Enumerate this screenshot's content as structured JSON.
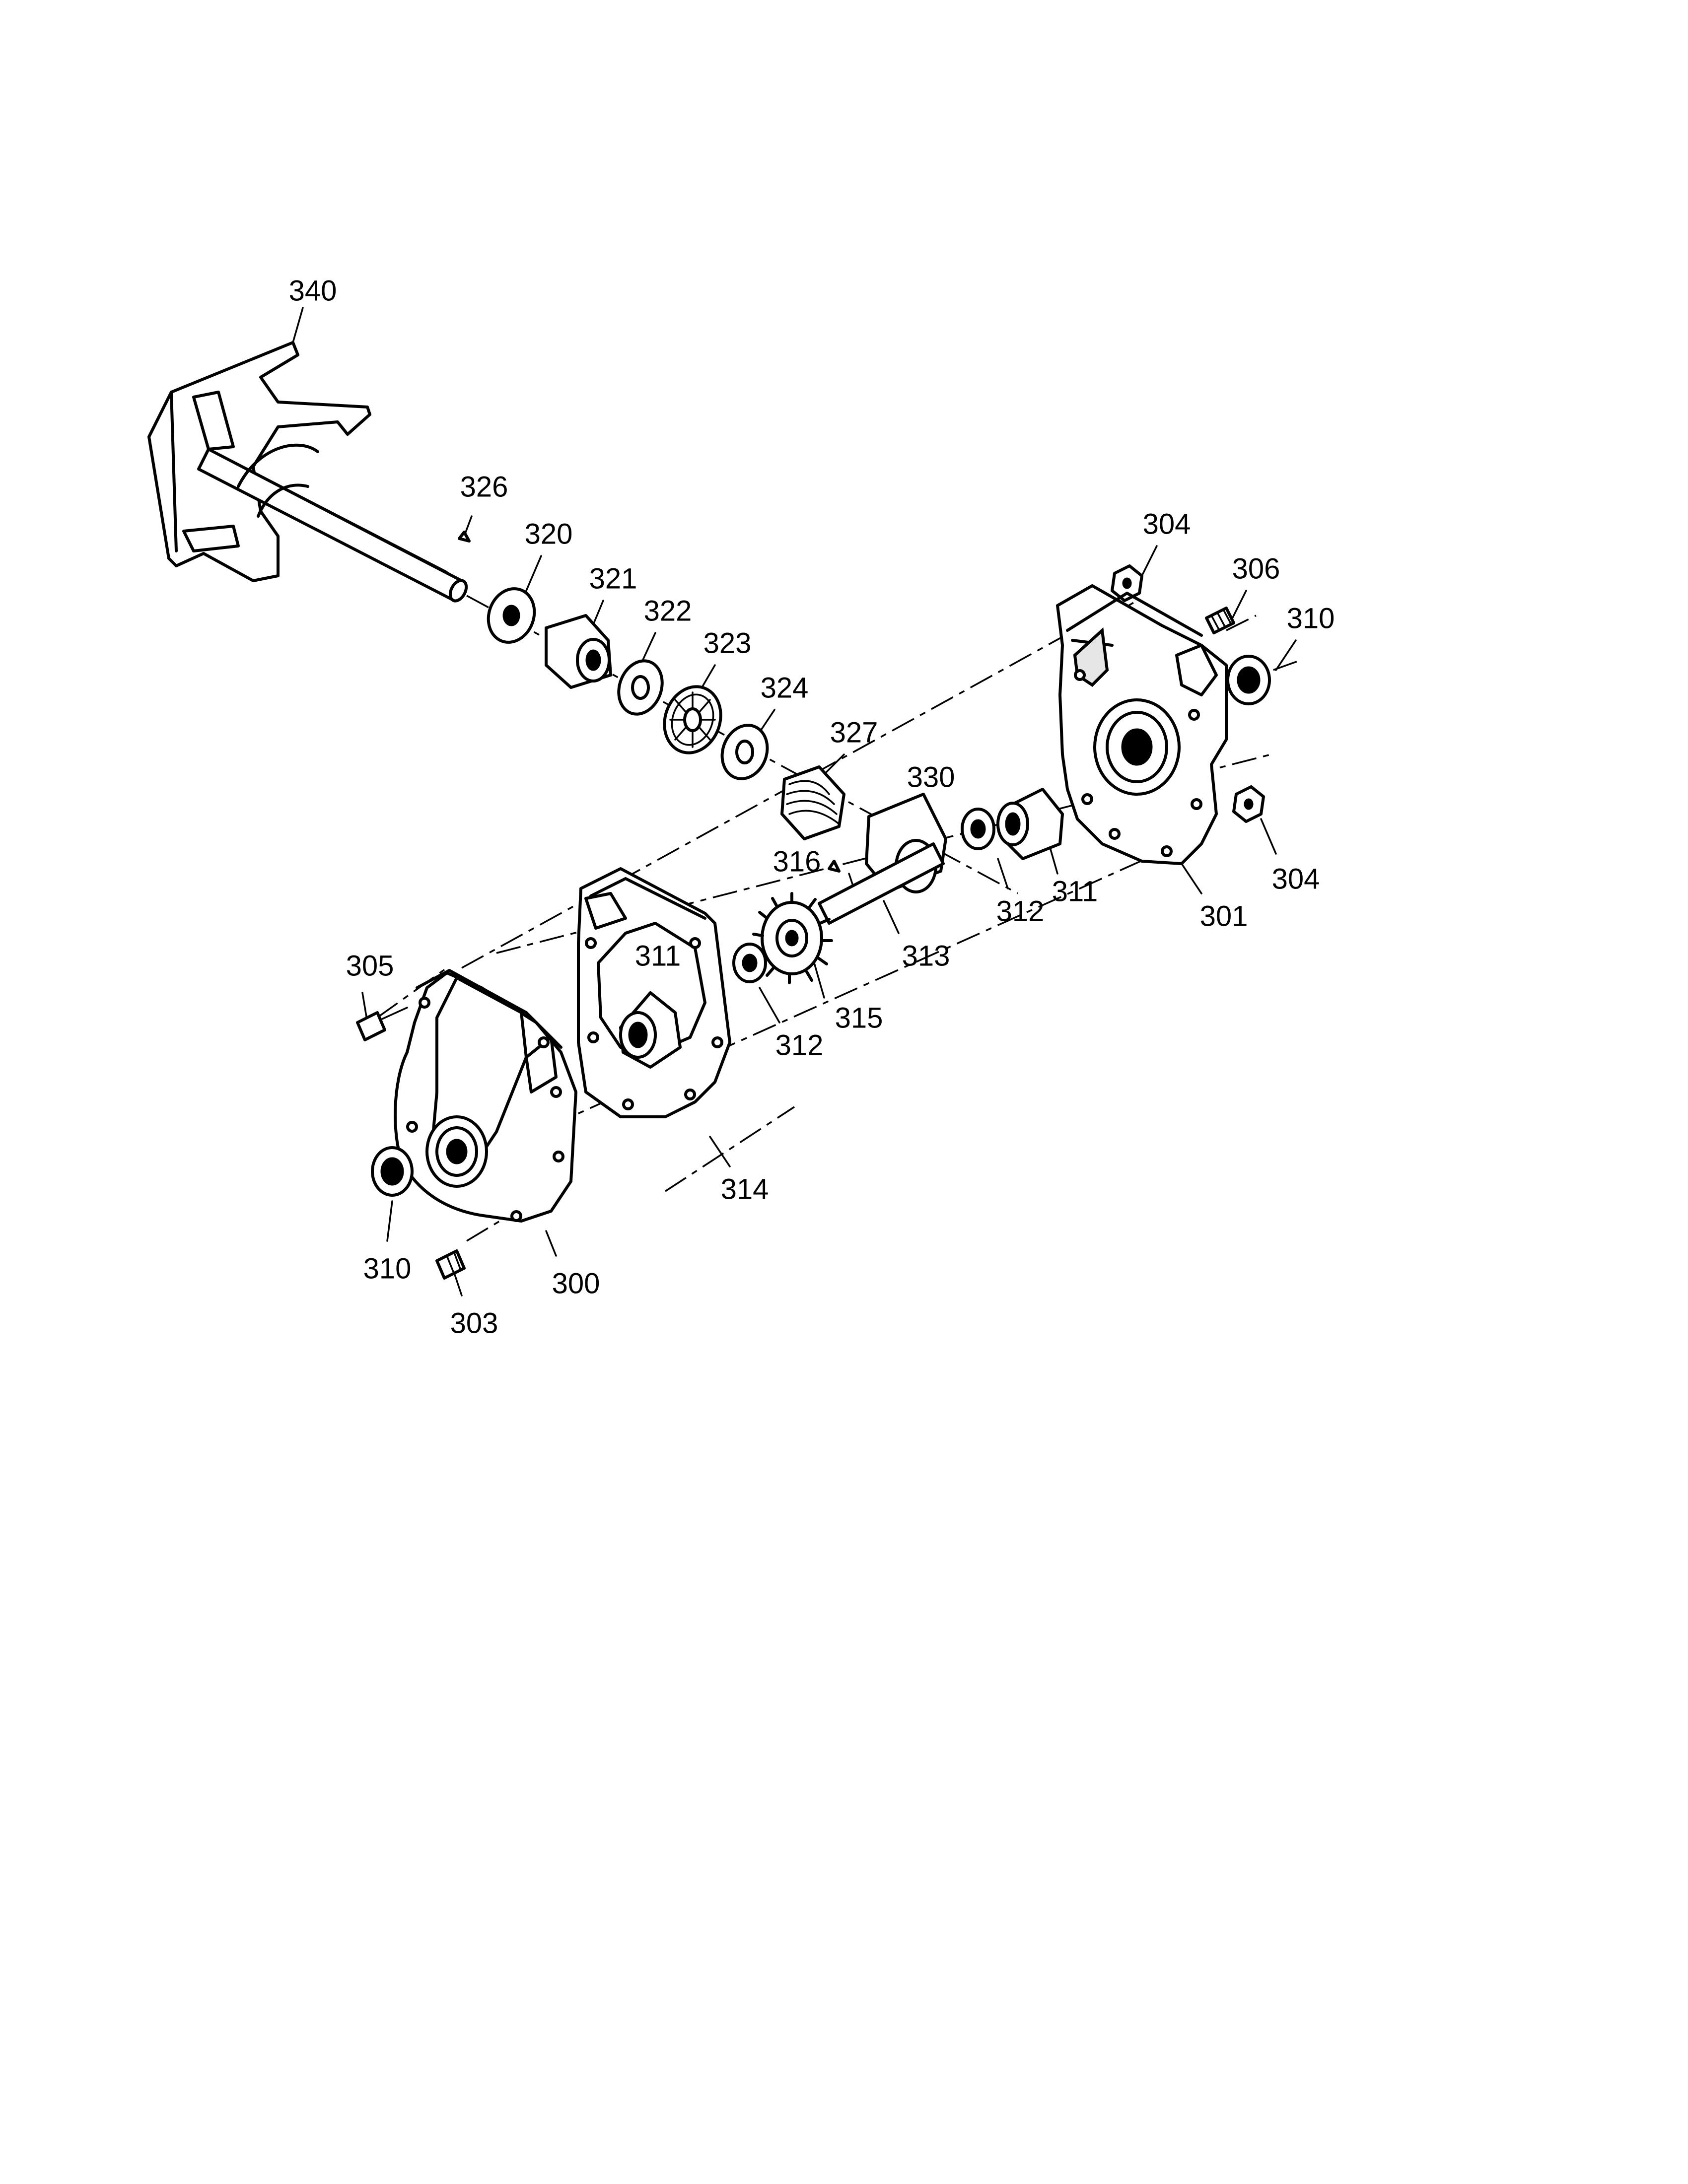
{
  "diagram": {
    "labels": {
      "p340": "340",
      "p326": "326",
      "p320": "320",
      "p321": "321",
      "p322": "322",
      "p323": "323",
      "p324": "324",
      "p327": "327",
      "p330": "330",
      "p304_top": "304",
      "p306": "306",
      "p310_right": "310",
      "p304_right": "304",
      "p301": "301",
      "p311_right": "311",
      "p312_right": "312",
      "p316": "316",
      "p313": "313",
      "p315": "315",
      "p312_left": "312",
      "p311_left": "311",
      "p305": "305",
      "p314": "314",
      "p310_left": "310",
      "p300": "300",
      "p303": "303"
    }
  }
}
